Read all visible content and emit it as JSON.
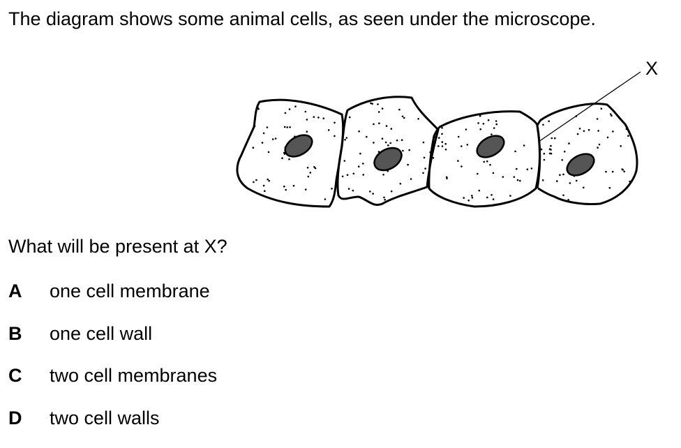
{
  "question": {
    "intro": "The diagram shows some animal cells, as seen under the microscope.",
    "prompt": "What will be present at X?"
  },
  "diagram": {
    "label": "X",
    "cell_count": 4,
    "colors": {
      "outline": "#000000",
      "nucleus": "#555555",
      "cytoplasm_dots": "#000000"
    }
  },
  "options": [
    {
      "letter": "A",
      "text": "one cell membrane"
    },
    {
      "letter": "B",
      "text": "one cell wall"
    },
    {
      "letter": "C",
      "text": "two cell membranes"
    },
    {
      "letter": "D",
      "text": "two cell walls"
    }
  ]
}
